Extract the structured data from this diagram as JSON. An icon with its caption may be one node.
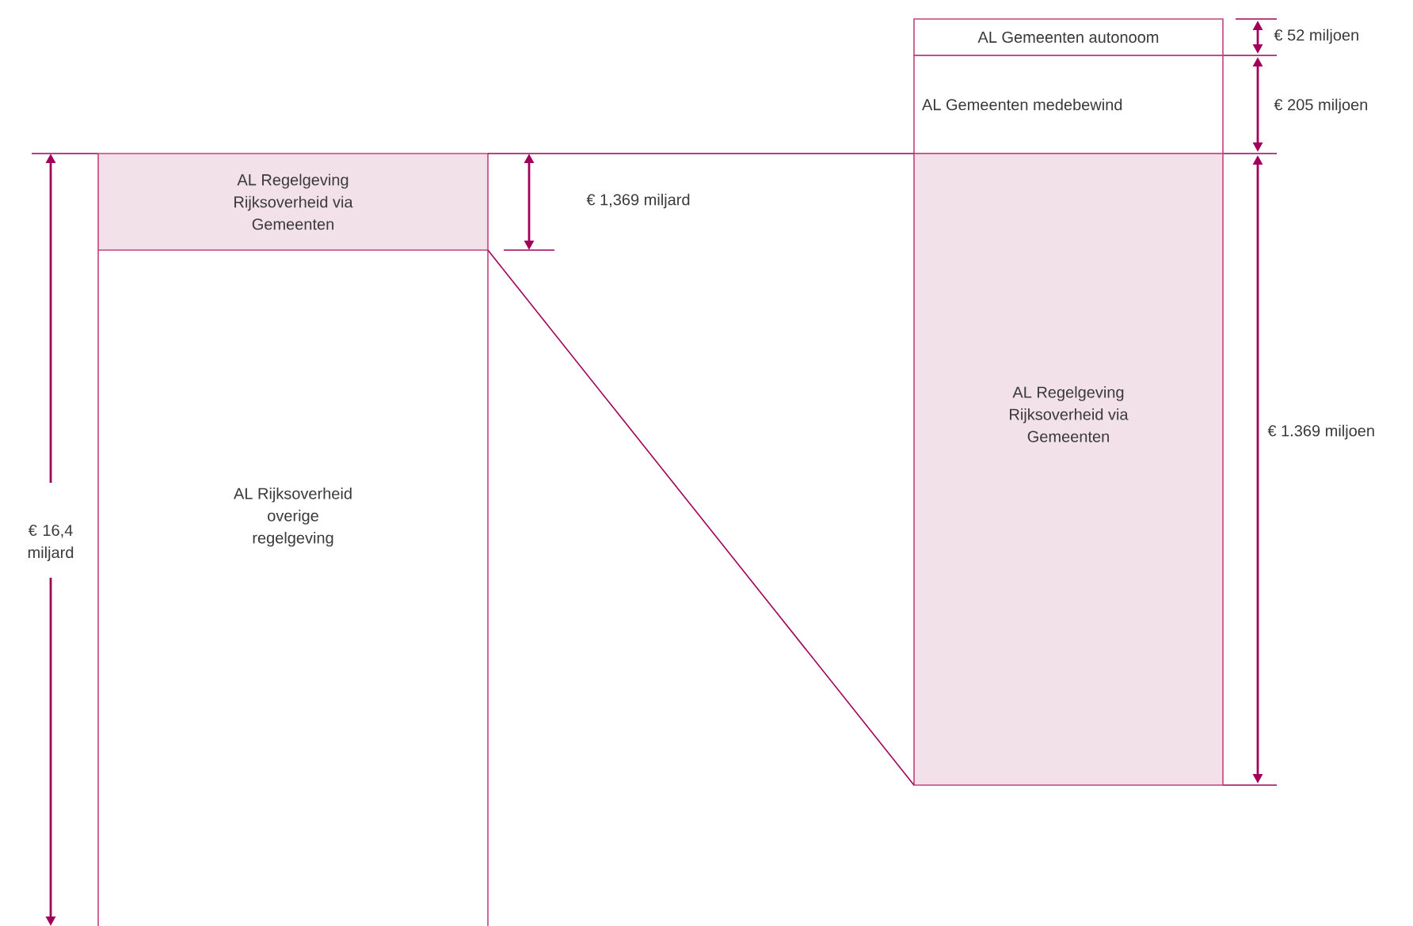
{
  "diagram": {
    "nodes": [
      {
        "text": [
          "AL Regelgeving Rijksoverheid via Gemeenten"
        ]
      },
      {
        "text": [
          "AL Rijksoverheid overige regelgeving"
        ]
      },
      {
        "text": [
          "AL Gemeenten autonoom"
        ]
      },
      {
        "text": [
          "AL Gemeenten medebewind"
        ]
      },
      {
        "text": [
          "AL Regelgeving Rijksoverheid via Gemeenten"
        ]
      }
    ],
    "edges": [
      {
        "from": 0,
        "to": 4,
        "arrow": "none"
      },
      {
        "from": 0,
        "to": 4,
        "arrow": "none"
      }
    ],
    "labels": [
      "€ 52 miljoen",
      "€ 205 miljoen",
      "€ 1,369 miljard",
      "€ 1.369 miljoen",
      "€ 16,4 miljard"
    ]
  }
}
